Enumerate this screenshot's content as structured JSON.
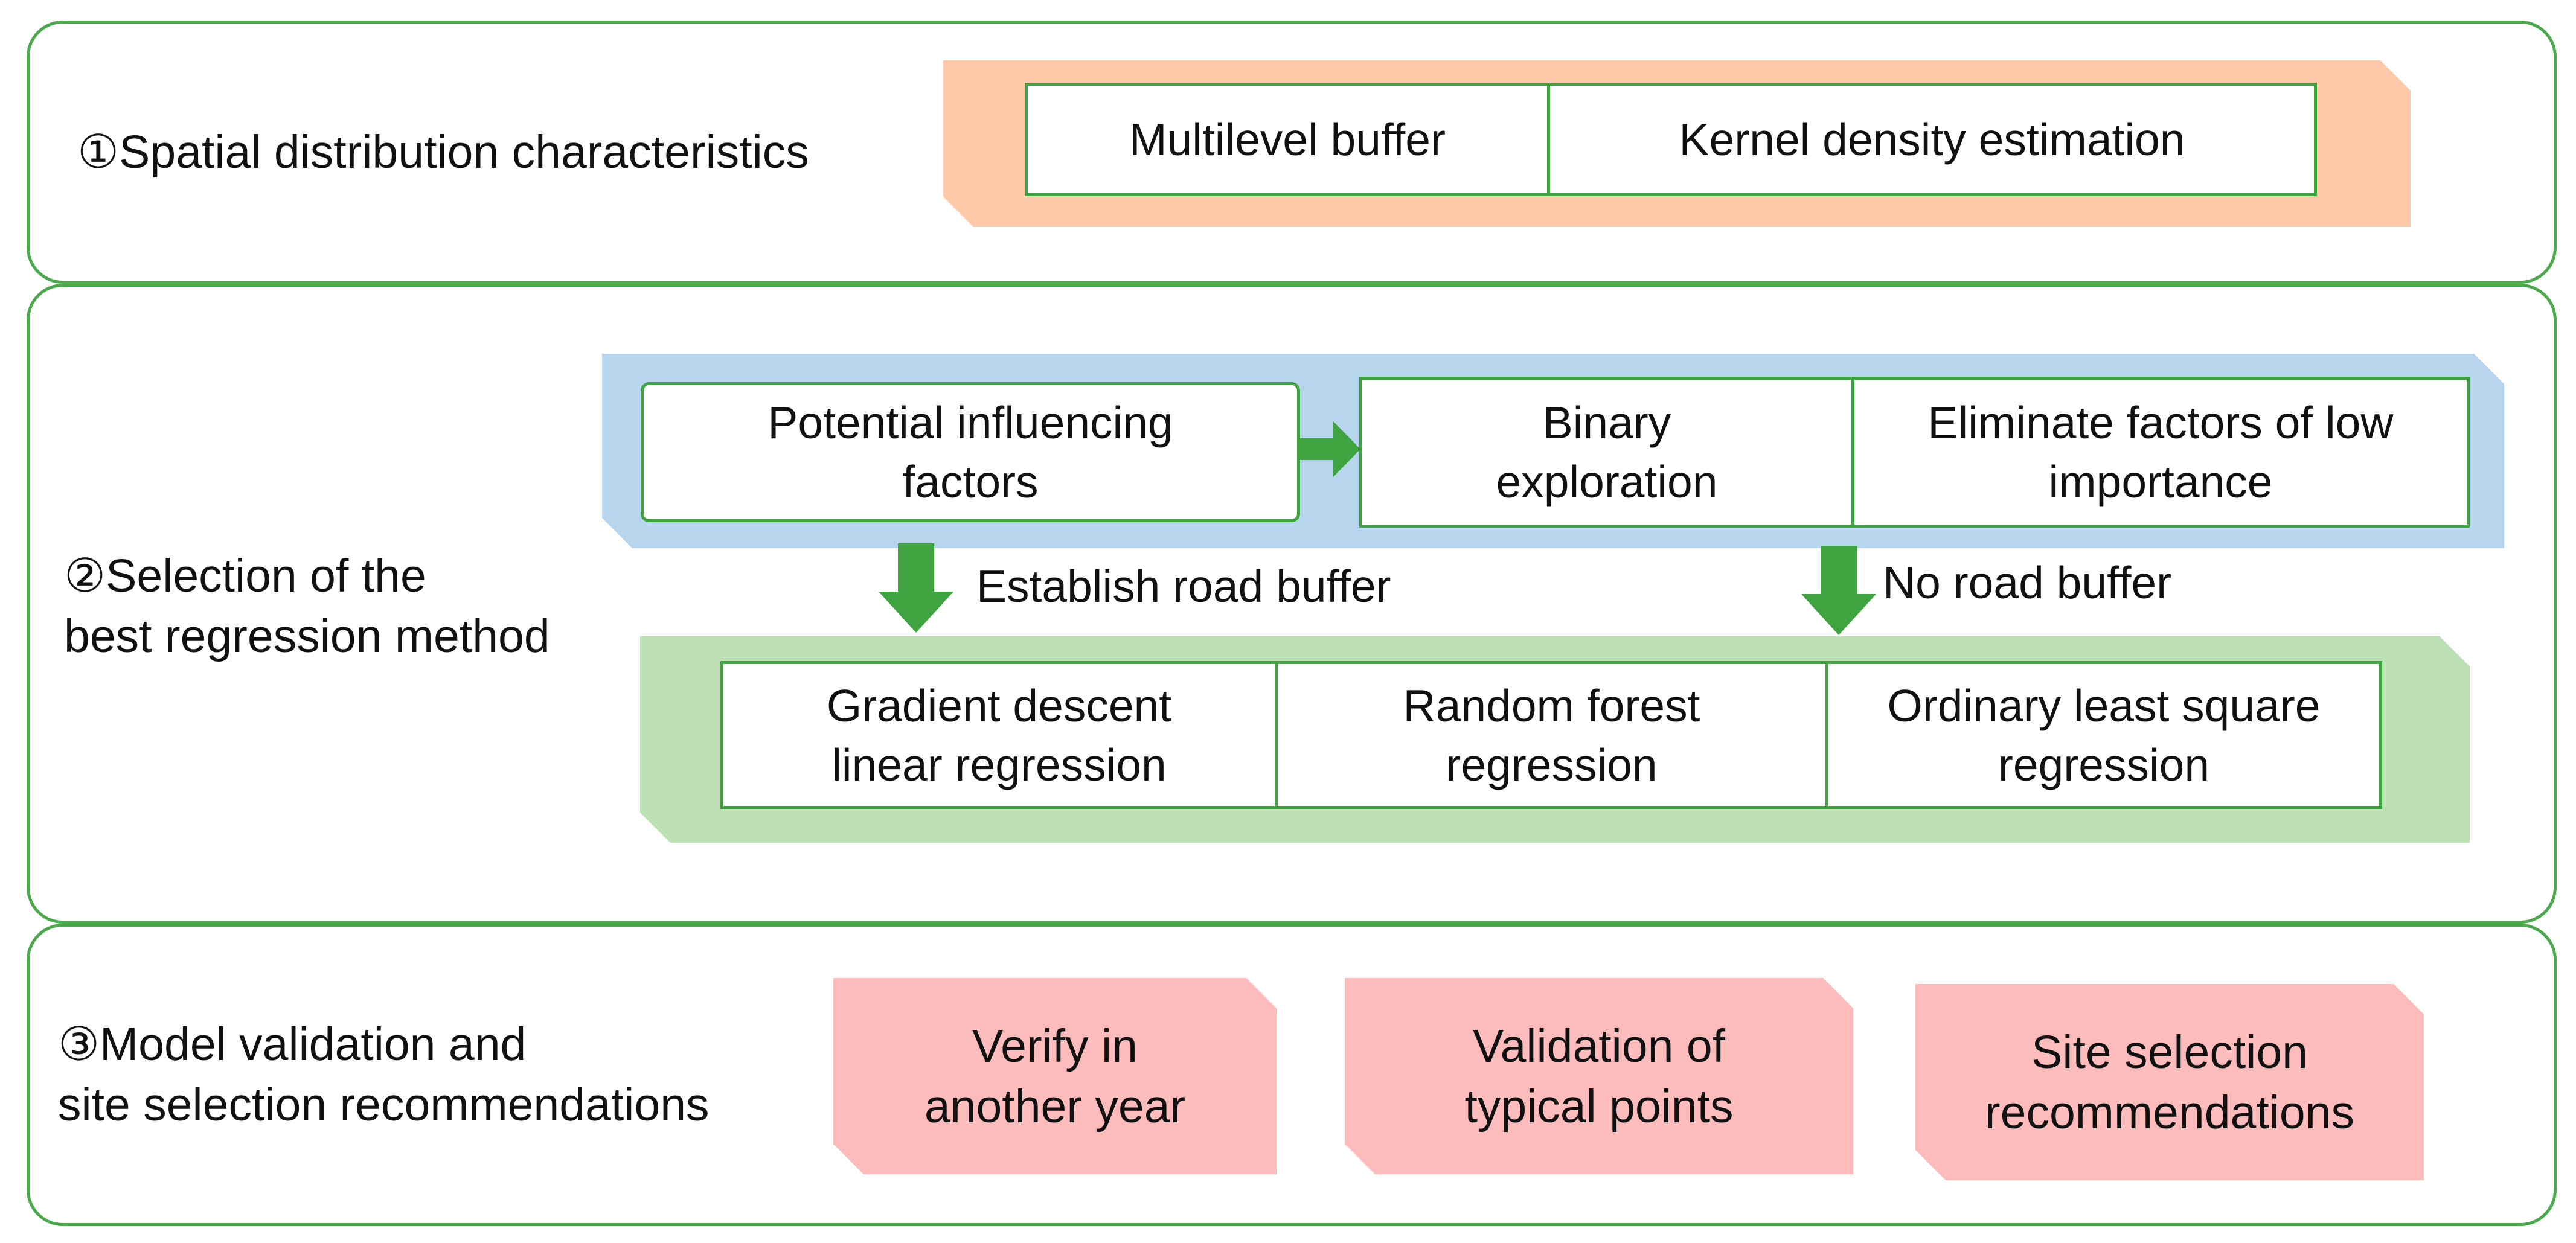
{
  "sections": {
    "s1": {
      "label": "①Spatial distribution characteristics",
      "cells": [
        "Multilevel buffer",
        "Kernel density estimation"
      ]
    },
    "s2": {
      "label": "②Selection of the\nbest regression method",
      "potential": "Potential influencing\nfactors",
      "top_cells": [
        "Binary\nexploration",
        "Eliminate factors of low\nimportance"
      ],
      "arrow_left_label": "Establish road buffer",
      "arrow_right_label": "No road buffer",
      "bottom_cells": [
        "Gradient descent\nlinear regression",
        "Random forest\nregression",
        "Ordinary least square\nregression"
      ]
    },
    "s3": {
      "label": "③Model validation and\nsite selection recommendations",
      "boxes": [
        "Verify in\nanother year",
        "Validation of\ntypical points",
        "Site selection\nrecommendations"
      ]
    }
  },
  "colors": {
    "border_green": "#4aa94a",
    "arrow_green": "#3fa33f",
    "peach": "#fdc9a8",
    "blue": "#b7d6ee",
    "light_green": "#bde0b4",
    "pink": "#fdbcbc"
  }
}
